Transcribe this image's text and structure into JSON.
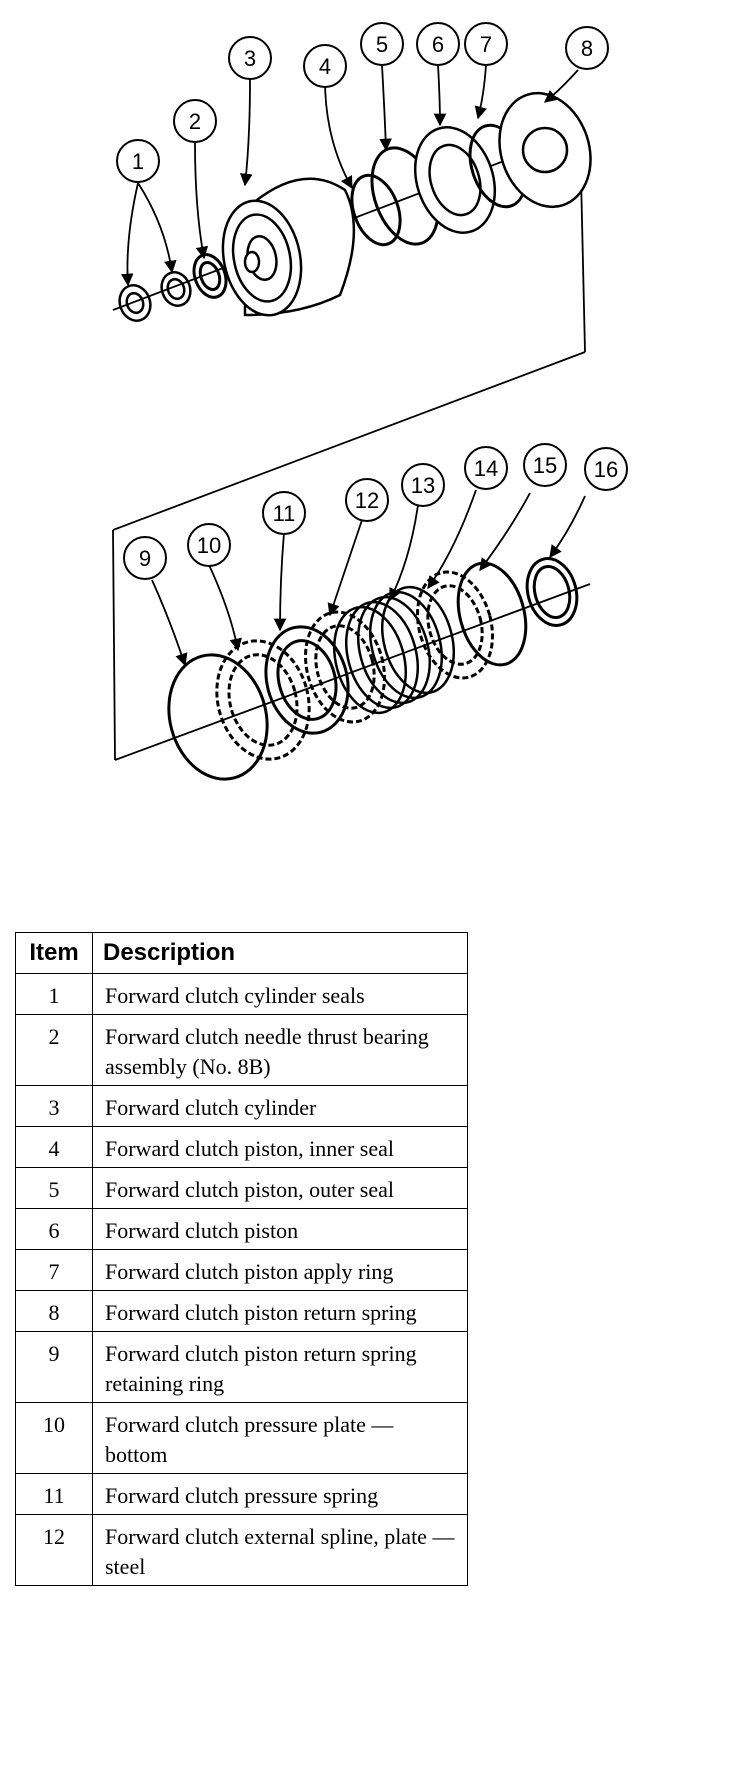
{
  "callouts": [
    "1",
    "2",
    "3",
    "4",
    "5",
    "6",
    "7",
    "8",
    "9",
    "10",
    "11",
    "12",
    "13",
    "14",
    "15",
    "16"
  ],
  "table": {
    "headers": {
      "item": "Item",
      "description": "Description"
    },
    "rows": [
      {
        "item": "1",
        "description": "Forward clutch cylinder seals"
      },
      {
        "item": "2",
        "description": "Forward clutch needle thrust bearing assembly (No. 8B)"
      },
      {
        "item": "3",
        "description": "Forward clutch cylinder"
      },
      {
        "item": "4",
        "description": "Forward clutch piston, inner seal"
      },
      {
        "item": "5",
        "description": "Forward clutch piston, outer seal"
      },
      {
        "item": "6",
        "description": "Forward clutch piston"
      },
      {
        "item": "7",
        "description": "Forward clutch piston apply ring"
      },
      {
        "item": "8",
        "description": "Forward clutch piston return spring"
      },
      {
        "item": "9",
        "description": "Forward clutch piston return spring retaining ring"
      },
      {
        "item": "10",
        "description": "Forward clutch pressure plate — bottom"
      },
      {
        "item": "11",
        "description": "Forward clutch pressure spring"
      },
      {
        "item": "12",
        "description": "Forward clutch external spline, plate — steel"
      }
    ]
  }
}
